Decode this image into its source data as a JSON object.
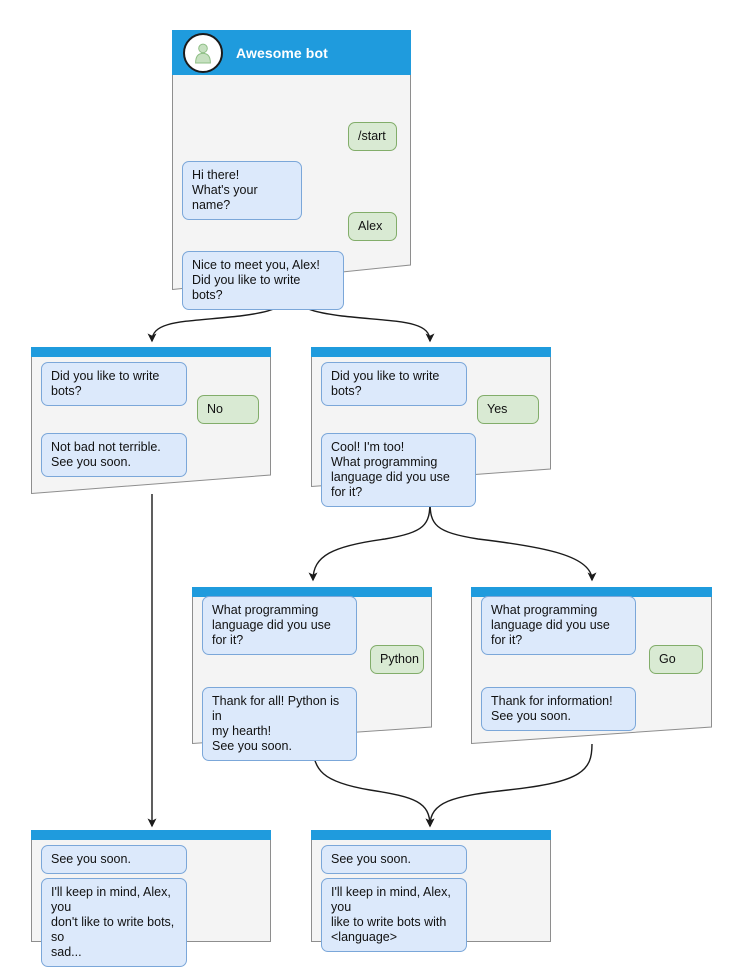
{
  "diagram": {
    "title": "Awesome bot chatbot conversation flow",
    "colors": {
      "header_blue": "#1f9bdd",
      "card_bg": "#f4f4f4",
      "card_border": "#8e8e8e",
      "bot_bubble_bg": "#dce9fb",
      "bot_bubble_border": "#7ba7d9",
      "user_bubble_bg": "#d9ead3",
      "user_bubble_border": "#82ad6a",
      "connector": "#1b1b1b",
      "page_bg": "#ffffff"
    }
  },
  "cards": {
    "root": {
      "name": "root-card",
      "title": "Awesome bot",
      "avatar_icon": "person-avatar-icon",
      "messages": [
        {
          "role": "user",
          "text": "/start"
        },
        {
          "role": "bot",
          "text": "Hi there!\nWhat's your name?"
        },
        {
          "role": "user",
          "text": "Alex"
        },
        {
          "role": "bot",
          "text": "Nice to meet you, Alex!\nDid you like to write bots?"
        }
      ]
    },
    "no_branch": {
      "name": "no-branch-card",
      "messages": [
        {
          "role": "bot",
          "text": "Did you like to write bots?"
        },
        {
          "role": "user",
          "text": "No"
        },
        {
          "role": "bot",
          "text": "Not bad not terrible.\nSee you soon."
        }
      ]
    },
    "yes_branch": {
      "name": "yes-branch-card",
      "messages": [
        {
          "role": "bot",
          "text": "Did you like to write bots?"
        },
        {
          "role": "user",
          "text": "Yes"
        },
        {
          "role": "bot",
          "text": "Cool! I'm too!\nWhat programming\nlanguage did you use for it?"
        }
      ]
    },
    "python_branch": {
      "name": "python-branch-card",
      "messages": [
        {
          "role": "bot",
          "text": "What programming\nlanguage did you use for it?"
        },
        {
          "role": "user",
          "text": "Python"
        },
        {
          "role": "bot",
          "text": "Thank for all! Python is in\nmy hearth!\nSee you soon."
        }
      ]
    },
    "go_branch": {
      "name": "go-branch-card",
      "messages": [
        {
          "role": "bot",
          "text": "What programming\nlanguage did you use for it?"
        },
        {
          "role": "user",
          "text": "Go"
        },
        {
          "role": "bot",
          "text": "Thank for information!\nSee you soon."
        }
      ]
    },
    "end_no": {
      "name": "end-no-card",
      "messages": [
        {
          "role": "bot",
          "text": "See you soon."
        },
        {
          "role": "bot",
          "text": "I'll keep in mind, Alex, you\ndon't like to write bots, so\nsad..."
        }
      ]
    },
    "end_yes": {
      "name": "end-yes-card",
      "messages": [
        {
          "role": "bot",
          "text": "See you soon."
        },
        {
          "role": "bot",
          "text": "I'll keep in mind, Alex, you\nlike to write bots with\n<language>"
        }
      ]
    }
  }
}
